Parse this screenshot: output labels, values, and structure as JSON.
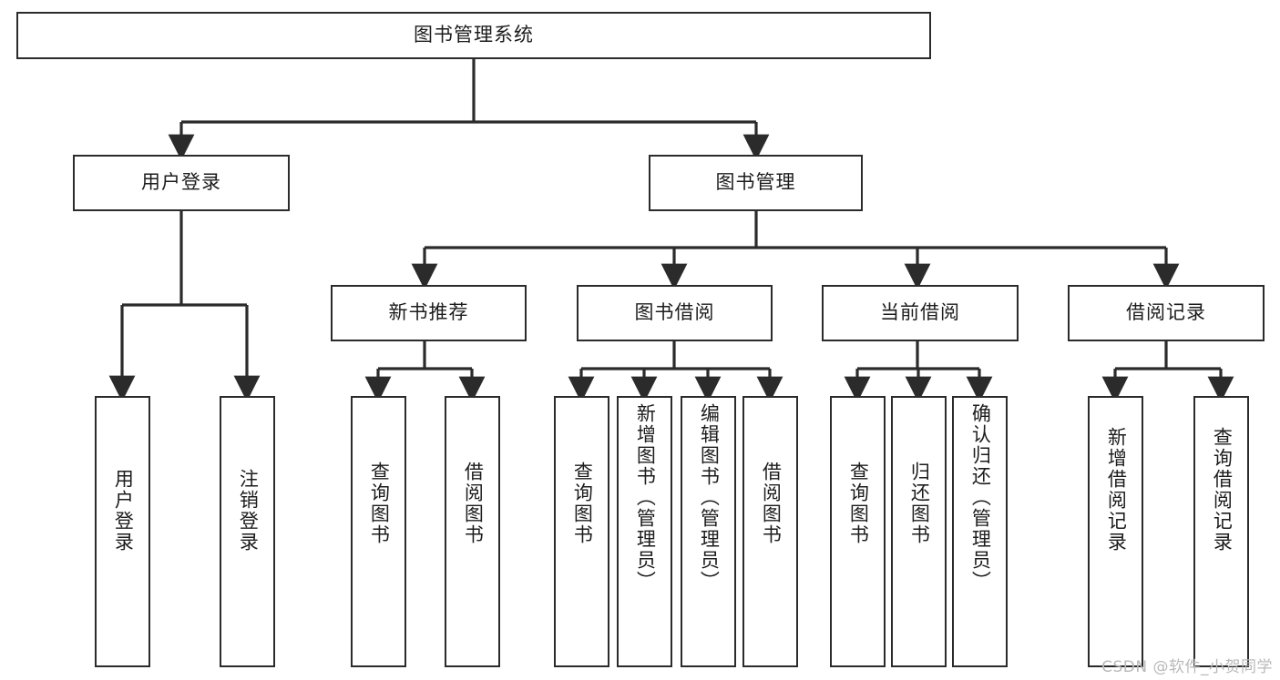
{
  "diagram": {
    "title": "图书管理系统",
    "type": "tree",
    "watermark": "CSDN @软件_小贺同学",
    "colors": {
      "stroke": "#2b2b2b",
      "fill": "#ffffff",
      "text": "#1c1c1c",
      "watermark": "#b9b9b9"
    },
    "nodes": {
      "root": {
        "label": "图书管理系统",
        "orientation": "horizontal"
      },
      "level2": [
        {
          "id": "user-login",
          "label": "用户登录",
          "orientation": "horizontal"
        },
        {
          "id": "book-manage",
          "label": "图书管理",
          "orientation": "horizontal"
        }
      ],
      "level3": [
        {
          "id": "new-book-recommend",
          "label": "新书推荐",
          "orientation": "horizontal"
        },
        {
          "id": "book-borrow",
          "label": "图书借阅",
          "orientation": "horizontal"
        },
        {
          "id": "current-borrow",
          "label": "当前借阅",
          "orientation": "horizontal"
        },
        {
          "id": "borrow-record",
          "label": "借阅记录",
          "orientation": "horizontal"
        }
      ],
      "leaves": [
        {
          "id": "leaf-user-login",
          "label": "用户登录",
          "parent": "user-login",
          "orientation": "vertical"
        },
        {
          "id": "leaf-user-logout",
          "label": "注销登录",
          "parent": "user-login",
          "orientation": "vertical"
        },
        {
          "id": "leaf-query-book-1",
          "label": "查询图书",
          "parent": "new-book-recommend",
          "orientation": "vertical"
        },
        {
          "id": "leaf-borrow-book-1",
          "label": "借阅图书",
          "parent": "new-book-recommend",
          "orientation": "vertical"
        },
        {
          "id": "leaf-query-book-2",
          "label": "查询图书",
          "parent": "book-borrow",
          "orientation": "vertical"
        },
        {
          "id": "leaf-add-book",
          "label": "新增图书（管理员）",
          "parent": "book-borrow",
          "orientation": "vertical"
        },
        {
          "id": "leaf-edit-book",
          "label": "编辑图书（管理员）",
          "parent": "book-borrow",
          "orientation": "vertical"
        },
        {
          "id": "leaf-borrow-book-2",
          "label": "借阅图书",
          "parent": "book-borrow",
          "orientation": "vertical"
        },
        {
          "id": "leaf-query-book-3",
          "label": "查询图书",
          "parent": "current-borrow",
          "orientation": "vertical"
        },
        {
          "id": "leaf-return-book",
          "label": "归还图书",
          "parent": "current-borrow",
          "orientation": "vertical"
        },
        {
          "id": "leaf-confirm-return",
          "label": "确认归还（管理员）",
          "parent": "current-borrow",
          "orientation": "vertical"
        },
        {
          "id": "leaf-add-record",
          "label": "新增借阅记录",
          "parent": "borrow-record",
          "orientation": "vertical"
        },
        {
          "id": "leaf-query-record",
          "label": "查询借阅记录",
          "parent": "borrow-record",
          "orientation": "vertical"
        }
      ]
    }
  }
}
